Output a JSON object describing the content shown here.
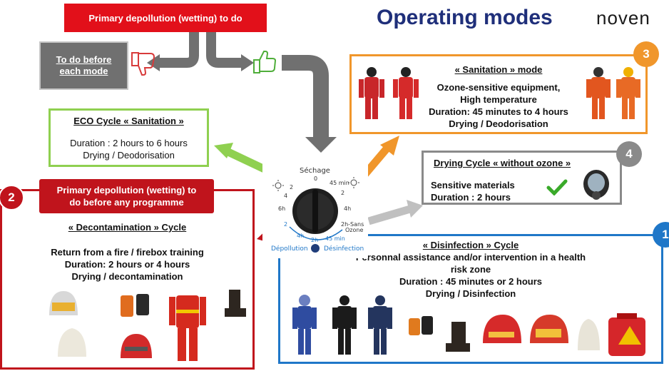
{
  "header": {
    "banner": "Primary depollution (wetting) to do",
    "title": "Operating modes",
    "logo": "noven"
  },
  "todo": {
    "label_1": "To do before",
    "label_2": "each mode"
  },
  "eco": {
    "title": "ECO Cycle « Sanitation »",
    "line1": "Duration : 2 hours to 6 hours",
    "line2": "Drying / Deodorisation"
  },
  "sanitation": {
    "badge": "3",
    "title": "« Sanitation » mode",
    "line1": "Ozone-sensitive equipment,",
    "line2": "High temperature",
    "line3": "Duration: 45 minutes to 4 hours",
    "line4": "Drying / Deodorisation"
  },
  "drying": {
    "badge": "4",
    "title": "Drying Cycle  « without ozone »",
    "line1": "Sensitive materials",
    "line2": "Duration : 2 hours"
  },
  "disinfection": {
    "badge": "1",
    "title": "« Disinfection » Cycle",
    "line1": "Personnal assistance and/or intervention in a health",
    "line2": "risk zone",
    "line3": "Duration : 45 minutes or 2 hours",
    "line4": "Drying / Disinfection"
  },
  "decontamination": {
    "badge": "2",
    "banner_1": "Primary depollution (wetting) to",
    "banner_2": "do before any programme",
    "title": "« Decontamination » Cycle",
    "line1": "Return from a fire / firebox training",
    "line2": "Duration: 2 hours or 4 hours",
    "line3": "Drying / decontamination"
  },
  "dial": {
    "top_label": "Séchage",
    "n0": "0",
    "n45": "45 min",
    "n2a": "2",
    "n2b": "2",
    "n4a": "4",
    "n4b": "4h",
    "n6": "6h",
    "n2c": "2",
    "n4c": "4h",
    "n2h": "2h",
    "n45b": "45 min",
    "sans_1": "2h-Sans",
    "sans_2": "Ozone",
    "left_label": "Dépollution",
    "right_label": "Désinfection"
  },
  "colors": {
    "red": "#e2101a",
    "dark_red": "#c0141c",
    "green": "#8fd050",
    "orange": "#f0962b",
    "grey": "#8a8a8a",
    "blue": "#1f77c8",
    "navy": "#1f2f7a"
  },
  "icons": [
    "thumbs-down-icon",
    "thumbs-up-icon",
    "check-icon",
    "sun-icon"
  ]
}
